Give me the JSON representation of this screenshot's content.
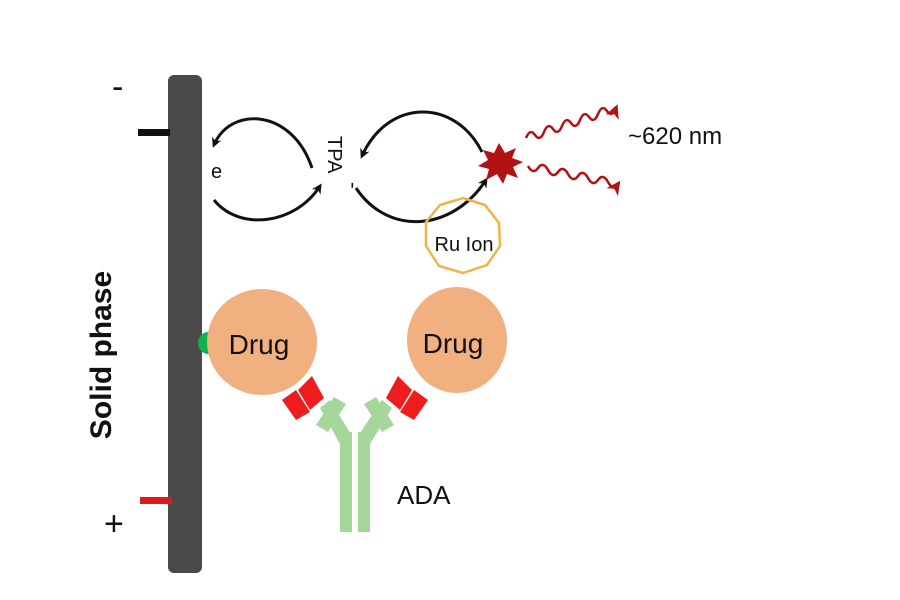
{
  "electrode": {
    "minus_sign": "-",
    "plus_sign": "+",
    "side_label": "Solid phase"
  },
  "labels": {
    "electron": "e",
    "tpa": "TPA",
    "tpa_charge": "-",
    "ru_ion": "Ru Ion",
    "wavelength": "~620 nm",
    "drug_left": "Drug",
    "drug_right": "Drug",
    "ada": "ADA"
  },
  "colors": {
    "electrode": "#4a4a4a",
    "drug": "#f1b07f",
    "ru_ring": "#eeb44a",
    "emission": "#b31214",
    "antibody": "#a6d79a",
    "antibody_tips": "#ee1c1c",
    "anchor": "#0fb050",
    "positive_tick": "#e0191c",
    "arrows": "#111111"
  },
  "icons": {
    "flash": "starburst-icon",
    "light_waves": "wavy-arrow-icon"
  }
}
